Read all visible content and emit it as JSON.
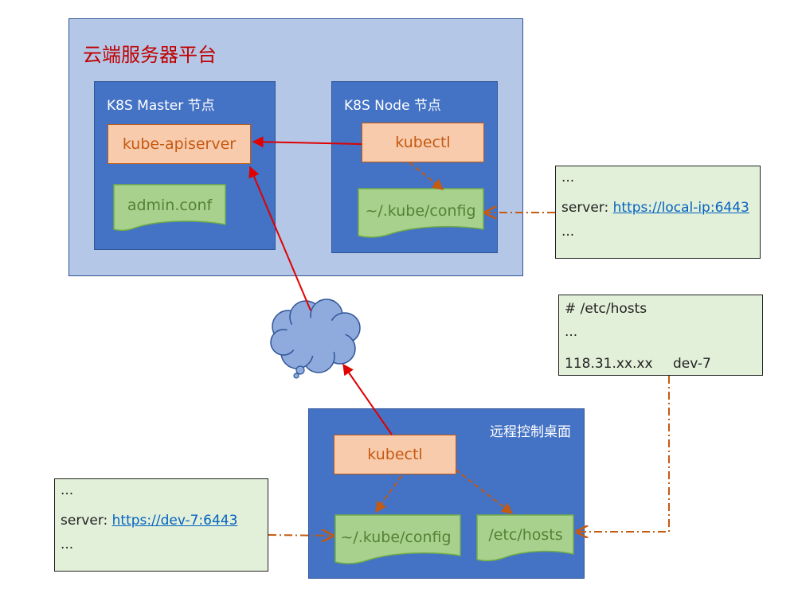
{
  "cloud_platform": {
    "title": "云端服务器平台"
  },
  "master": {
    "title": "K8S Master 节点",
    "apiserver": "kube-apiserver",
    "admin_conf": "admin.conf"
  },
  "k8s_node": {
    "title": "K8S Node 节点",
    "kubectl": "kubectl",
    "config": "~/.kube/config"
  },
  "remote": {
    "title": "远程控制桌面",
    "kubectl": "kubectl",
    "config": "~/.kube/config",
    "hosts": "/etc/hosts"
  },
  "note_node_config": {
    "line1": "...",
    "server_label": "server: ",
    "server_url": "https://local-ip:6443",
    "line3": "..."
  },
  "note_hosts": {
    "line1": "# /etc/hosts",
    "line2": "...",
    "ip": "118.31.xx.xx",
    "host": "dev-7"
  },
  "note_remote_config": {
    "line1": "...",
    "server_label": "server: ",
    "server_url": "https://dev-7:6443",
    "line3": "..."
  },
  "colors": {
    "platform": "#b4c7e7",
    "node": "#4472c4",
    "component": "#f8cbad",
    "document": "#a9d18e",
    "note": "#e2f0d9",
    "api_arrow": "#e00000",
    "ref_arrow": "#c55a11"
  }
}
